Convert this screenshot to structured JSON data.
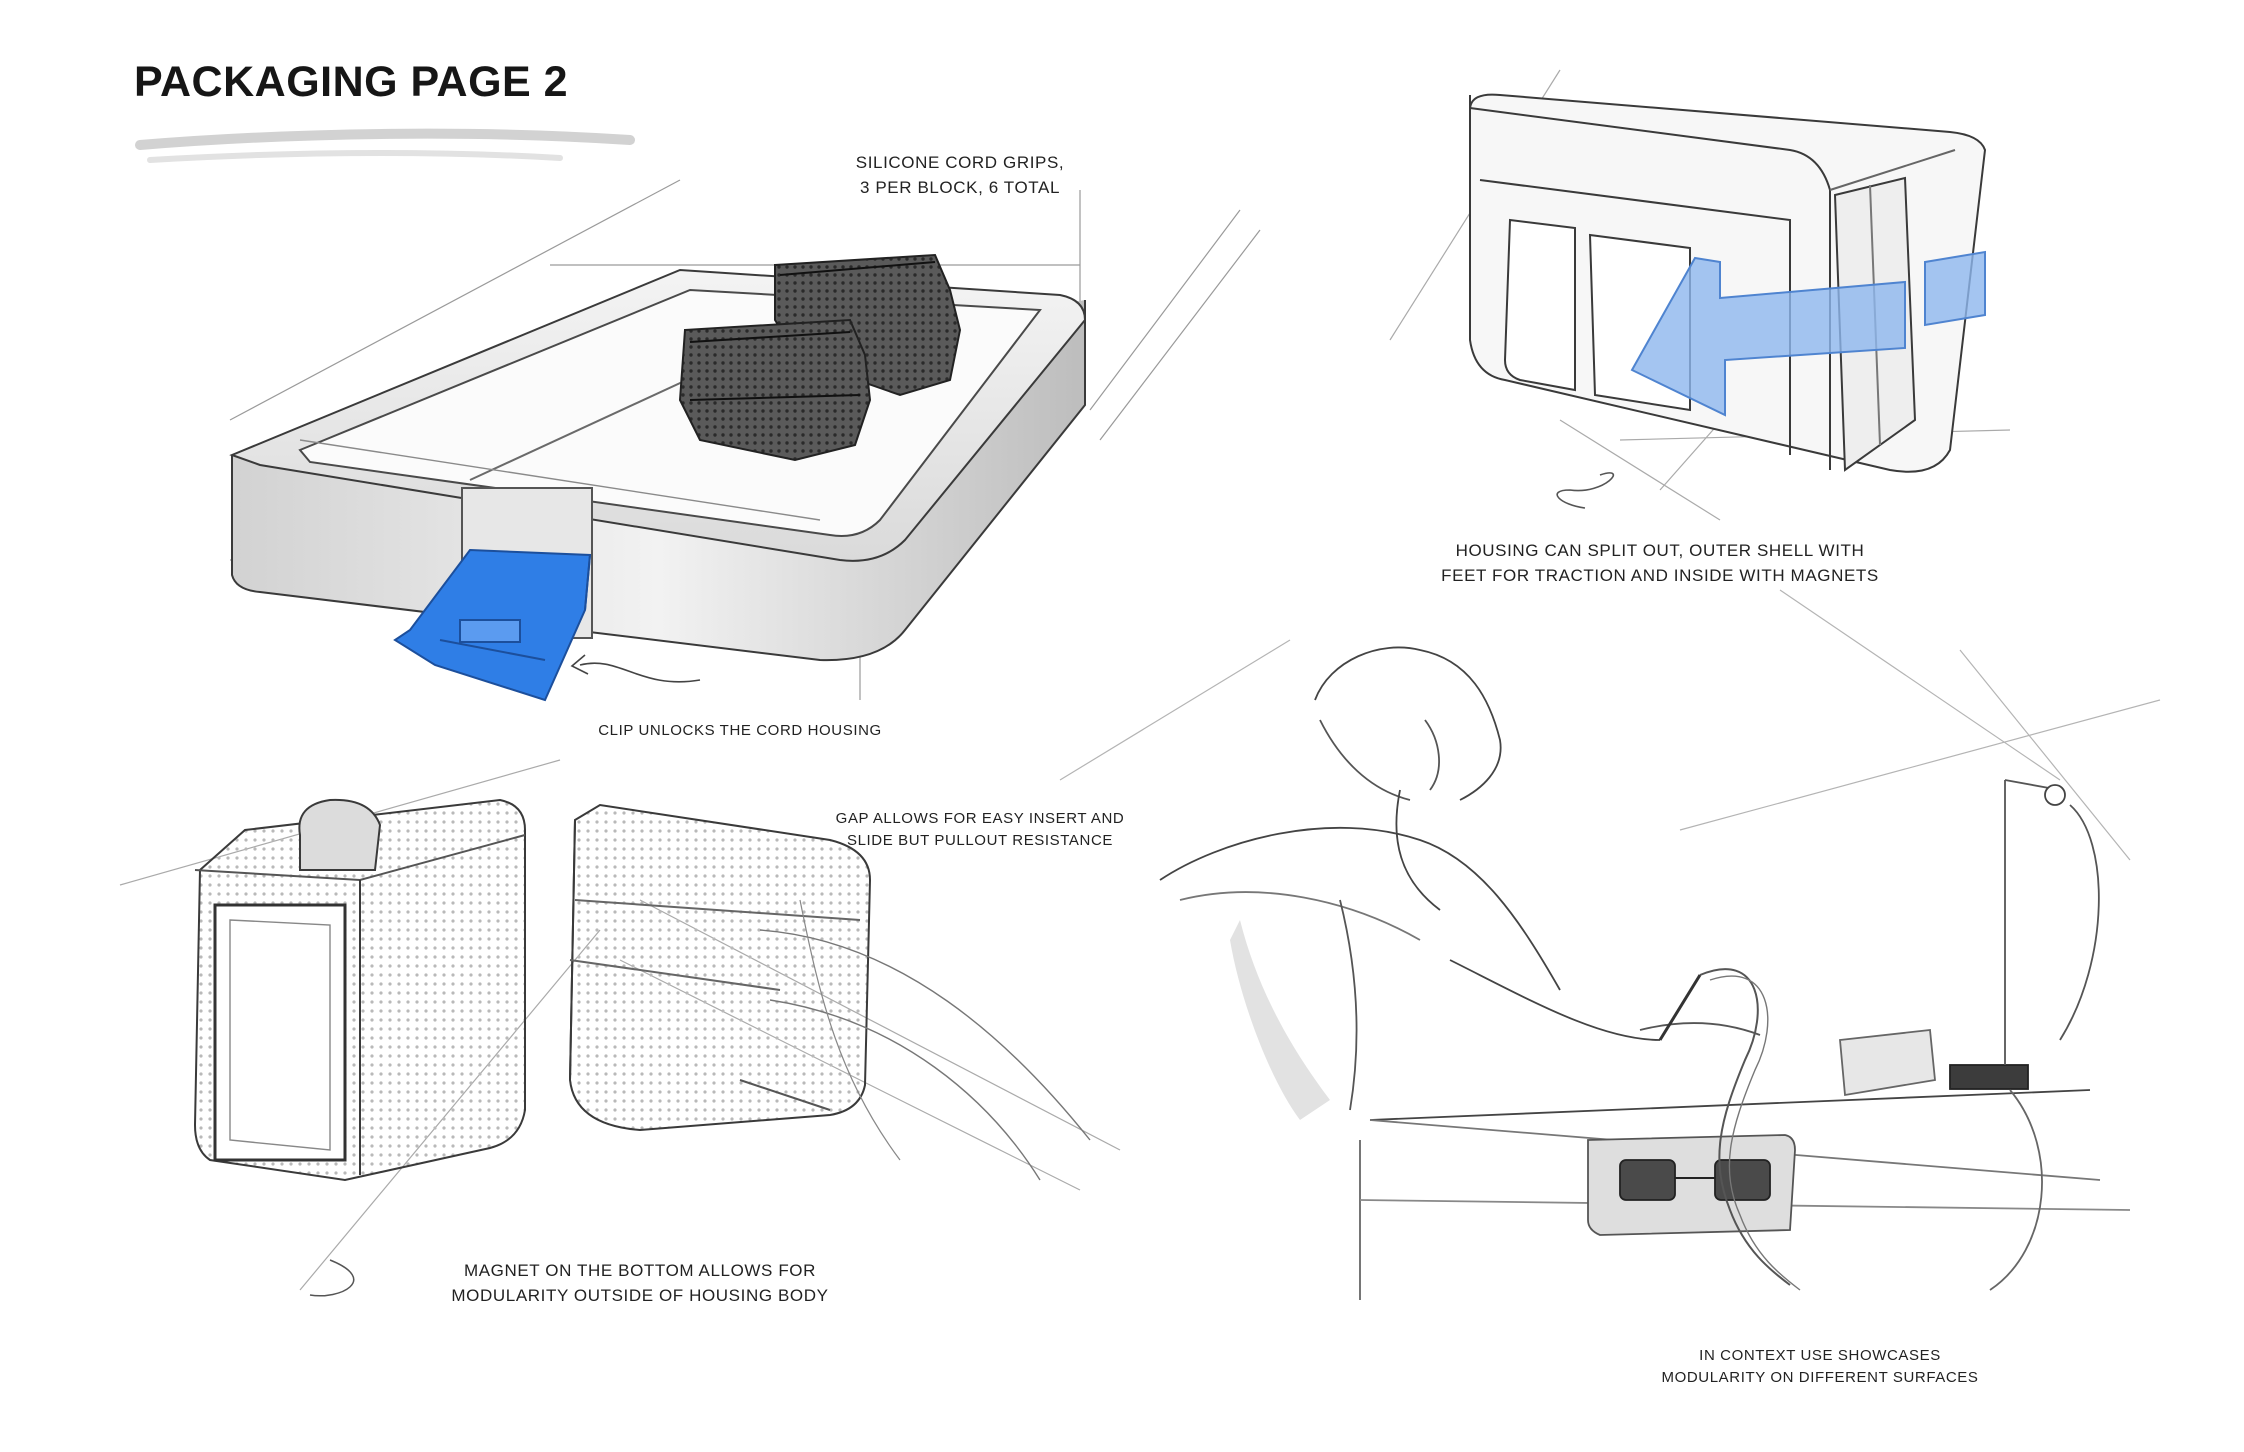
{
  "page": {
    "title": "PACKAGING PAGE 2"
  },
  "annotations": {
    "cord_grips": [
      "SILICONE CORD GRIPS,",
      "3 PER BLOCK, 6 TOTAL"
    ],
    "clip": [
      "CLIP UNLOCKS THE CORD HOUSING"
    ],
    "housing_split": [
      "HOUSING CAN SPLIT OUT, OUTER SHELL WITH",
      "FEET FOR TRACTION AND INSIDE WITH MAGNETS"
    ],
    "gap": [
      "GAP ALLOWS FOR EASY INSERT AND",
      "SLIDE BUT PULLOUT RESISTANCE"
    ],
    "magnet": [
      "MAGNET ON THE BOTTOM ALLOWS FOR",
      "MODULARITY OUTSIDE OF HOUSING BODY"
    ],
    "context": [
      "IN CONTEXT USE SHOWCASES",
      "MODULARITY ON DIFFERENT SURFACES"
    ]
  },
  "colors": {
    "accent_blue": "#2f7ee6",
    "translucent_blue": "#8db6ee",
    "sketch_line": "#3a3a3a",
    "shading_gray": "#cfcfcf"
  },
  "sketches": [
    "tray-with-cord-grips-sketch",
    "housing-split-sketch",
    "magnet-block-sketch",
    "in-context-use-sketch"
  ]
}
